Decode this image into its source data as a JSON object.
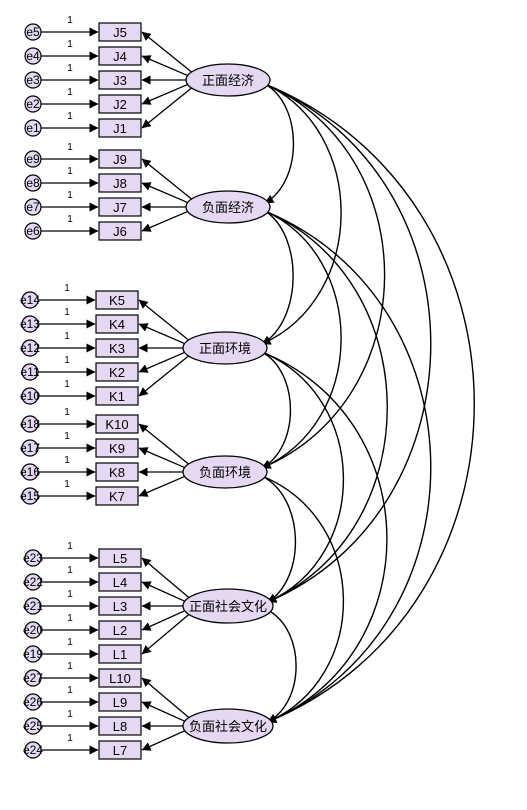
{
  "diagram": {
    "path_label": "1",
    "factors": [
      {
        "name": "正面经济",
        "indicators": [
          "J5",
          "J4",
          "J3",
          "J2",
          "J1"
        ],
        "errors": [
          "e5",
          "e4",
          "e3",
          "e2",
          "e1"
        ]
      },
      {
        "name": "负面经济",
        "indicators": [
          "J9",
          "J8",
          "J7",
          "J6"
        ],
        "errors": [
          "e9",
          "e8",
          "e7",
          "e6"
        ]
      },
      {
        "name": "正面环境",
        "indicators": [
          "K5",
          "K4",
          "K3",
          "K2",
          "K1"
        ],
        "errors": [
          "e14",
          "e13",
          "e12",
          "e11",
          "e10"
        ]
      },
      {
        "name": "负面环境",
        "indicators": [
          "K10",
          "K9",
          "K8",
          "K7"
        ],
        "errors": [
          "e18",
          "e17",
          "e16",
          "e15"
        ]
      },
      {
        "name": "正面社会文化",
        "indicators": [
          "L5",
          "L4",
          "L3",
          "L2",
          "L1"
        ],
        "errors": [
          "e23",
          "e22",
          "e21",
          "e20",
          "e19"
        ]
      },
      {
        "name": "负面社会文化",
        "indicators": [
          "L10",
          "L9",
          "L8",
          "L7"
        ],
        "errors": [
          "e27",
          "e26",
          "e25",
          "e24"
        ]
      }
    ]
  }
}
